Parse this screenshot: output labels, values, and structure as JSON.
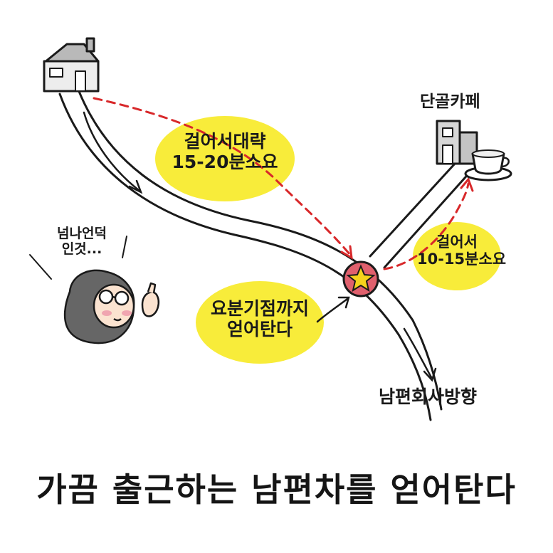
{
  "map": {
    "places": {
      "cafe": "단골카페",
      "company_direction": "남편회사방향"
    },
    "walk_to_pickup": {
      "line1": "걸어서대략",
      "line2": "15-20분소요"
    },
    "walk_to_cafe": {
      "line1": "걸어서",
      "line2": "10-15분소요"
    },
    "pickup_note": {
      "line1": "요분기점까지",
      "line2": "얻어탄다"
    },
    "thought": {
      "line1": "넘나언덕",
      "line2": "인것..."
    }
  },
  "caption": "가끔 출근하는 남편차를 얻어탄다",
  "colors": {
    "highlight": "#f8ec3a",
    "route": "#d8282a",
    "star": "#f5d21c",
    "marker": "#e0606d",
    "ink": "#1a1a1a",
    "building": "#d6d6d6"
  },
  "icons": [
    "house-icon",
    "building-icon",
    "coffee-cup-icon",
    "star-marker-icon",
    "person-icon"
  ]
}
